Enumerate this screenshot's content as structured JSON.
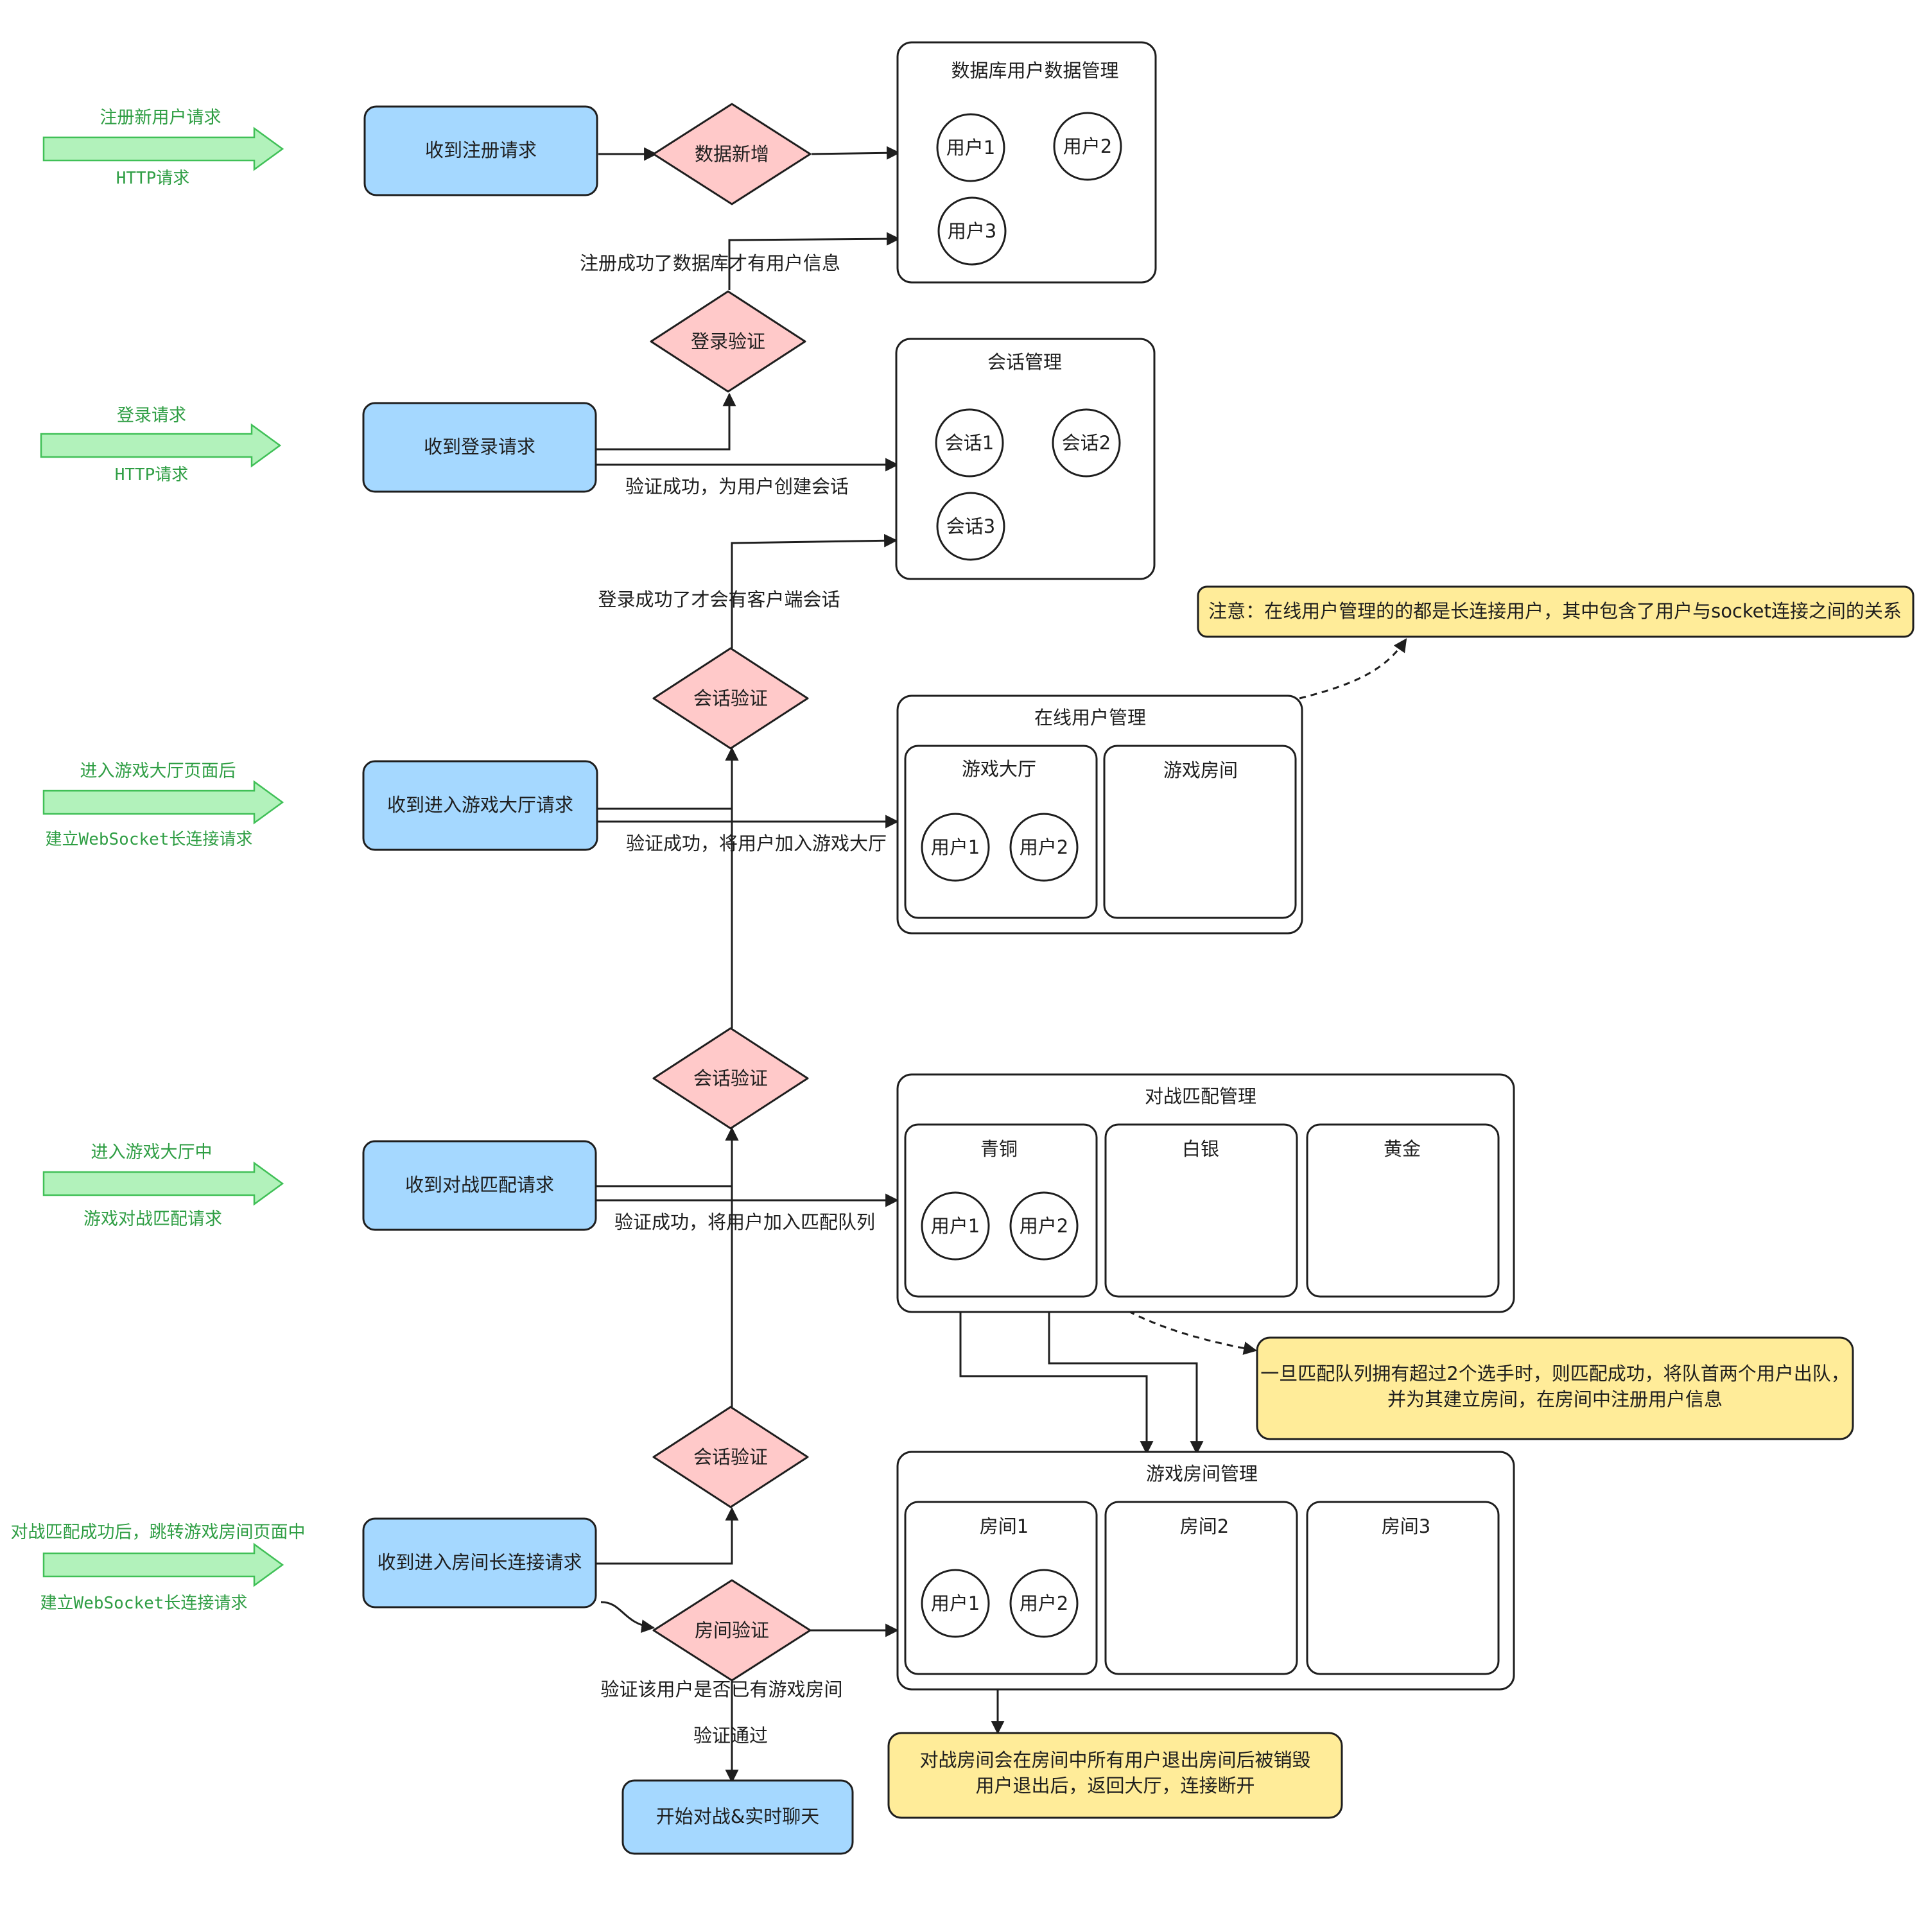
{
  "colors": {
    "process_fill": "#a5d8ff",
    "decision_fill": "#ffc9c9",
    "note_fill": "#ffec99",
    "input_arrow_fill": "#b2f2bb",
    "input_text": "#2f9e44",
    "stroke": "#1e1e1e"
  },
  "inputs": {
    "register": {
      "top": "注册新用户请求",
      "bottom": "HTTP请求"
    },
    "login": {
      "top": "登录请求",
      "bottom": "HTTP请求"
    },
    "hall": {
      "top": "进入游戏大厅页面后",
      "bottom": "建立WebSocket长连接请求"
    },
    "match": {
      "top": "进入游戏大厅中",
      "bottom": "游戏对战匹配请求"
    },
    "room": {
      "top": "对战匹配成功后，跳转游戏房间页面中",
      "bottom": "建立WebSocket长连接请求"
    }
  },
  "process": {
    "register": "收到注册请求",
    "login": "收到登录请求",
    "hall": "收到进入游戏大厅请求",
    "match": "收到对战匹配请求",
    "room": "收到进入房间长连接请求",
    "battle": "开始对战&实时聊天"
  },
  "decisions": {
    "data_add": "数据新增",
    "login_verify": "登录验证",
    "session_verify_1": "会话验证",
    "session_verify_2": "会话验证",
    "session_verify_3": "会话验证",
    "room_verify": "房间验证"
  },
  "labels": {
    "register_success": "注册成功了数据库才有用户信息",
    "login_success_session": "验证成功，为用户创建会话",
    "login_then_session": "登录成功了才会有客户端会话",
    "hall_success": "验证成功，将用户加入游戏大厅",
    "match_success": "验证成功，将用户加入匹配队列",
    "room_check": "验证该用户是否已有游戏房间",
    "verify_pass": "验证通过"
  },
  "db": {
    "title": "数据库用户数据管理",
    "users": [
      "用户1",
      "用户2",
      "用户3"
    ]
  },
  "session": {
    "title": "会话管理",
    "items": [
      "会话1",
      "会话2",
      "会话3"
    ]
  },
  "online": {
    "title": "在线用户管理",
    "hall": {
      "title": "游戏大厅",
      "users": [
        "用户1",
        "用户2"
      ]
    },
    "room": {
      "title": "游戏房间"
    }
  },
  "matching": {
    "title": "对战匹配管理",
    "bronze": {
      "title": "青铜",
      "users": [
        "用户1",
        "用户2"
      ]
    },
    "silver": {
      "title": "白银"
    },
    "gold": {
      "title": "黄金"
    }
  },
  "rooms": {
    "title": "游戏房间管理",
    "room1": {
      "title": "房间1",
      "users": [
        "用户1",
        "用户2"
      ]
    },
    "room2": {
      "title": "房间2"
    },
    "room3": {
      "title": "房间3"
    }
  },
  "notes": {
    "online": "注意：在线用户管理的的都是长连接用户，其中包含了用户与socket连接之间的关系",
    "match_line1": "一旦匹配队列拥有超过2个选手时，则匹配成功，将队首两个用户出队，",
    "match_line2": "并为其建立房间，在房间中注册用户信息",
    "room_line1": "对战房间会在房间中所有用户退出房间后被销毁",
    "room_line2": "用户退出后，返回大厅，连接断开"
  }
}
